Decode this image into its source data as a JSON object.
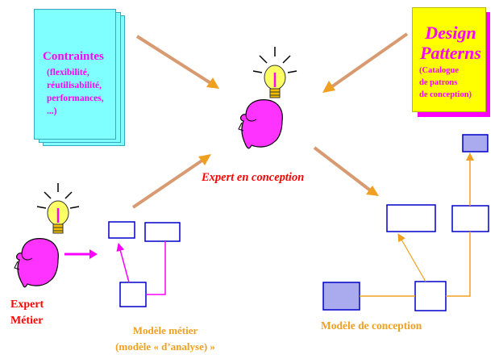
{
  "contraintes": {
    "title": "Contraintes",
    "items": [
      "(flexibilité,",
      "réutilisabilité,",
      "performances,",
      "...)"
    ]
  },
  "design_patterns": {
    "title_line1": "Design",
    "title_line2": "Patterns",
    "sub_line1": "(Catalogue",
    "sub_line2": "de patrons",
    "sub_line3": "de conception)"
  },
  "expert_conception": "Expert en conception",
  "expert_metier": {
    "line1": "Expert",
    "line2": "Métier"
  },
  "modele_metier": {
    "line1": "Modèle métier",
    "line2": "(modèle « d’analyse) »"
  },
  "modele_conception": "Modèle de conception",
  "colors": {
    "cyan": "#7fffff",
    "magenta": "#ff00ff",
    "yellow": "#ffff00",
    "orange": "#f0a020",
    "blue": "#0000cc",
    "red": "#ff0000"
  }
}
